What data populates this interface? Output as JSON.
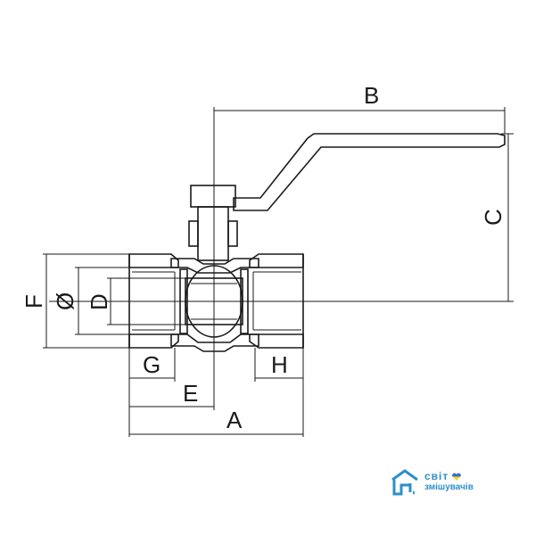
{
  "dimension_labels": {
    "A": "A",
    "B": "B",
    "C": "C",
    "D": "D",
    "E": "E",
    "F": "F",
    "G": "G",
    "H": "H",
    "O": "Ø"
  },
  "logo": {
    "line1": "світ",
    "line2": "змішувачів",
    "brand_color": "#2d8fc9",
    "flag_colors": [
      "#2f6fd6",
      "#f6d32d"
    ]
  }
}
